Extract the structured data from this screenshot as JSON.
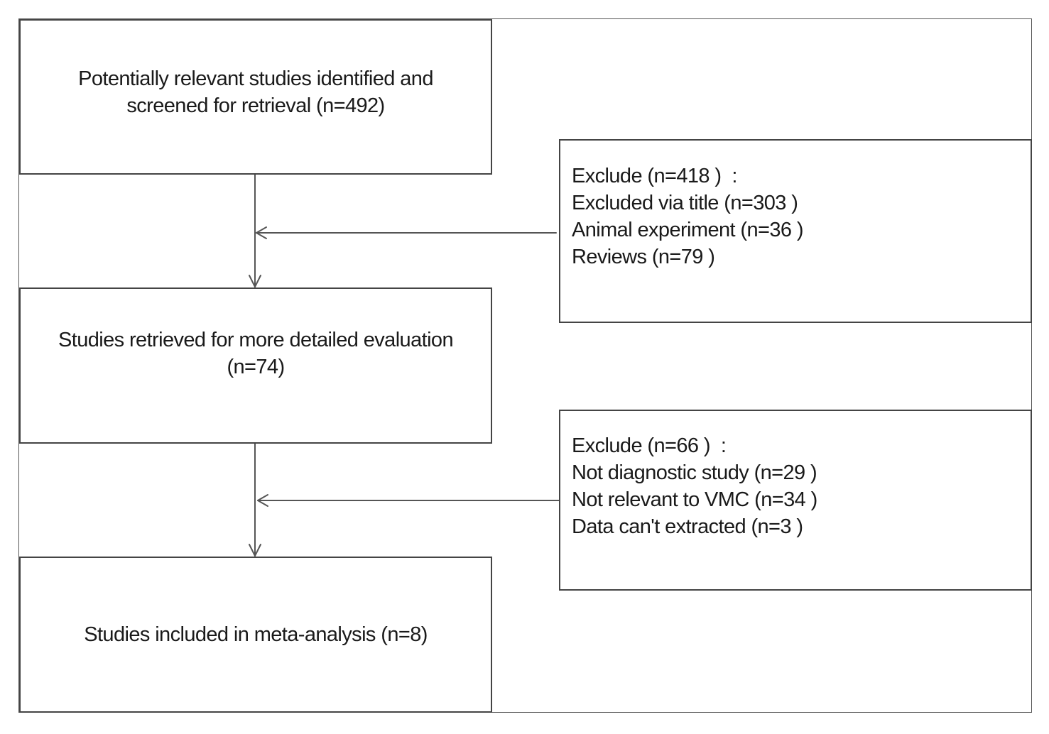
{
  "steps": [
    {
      "lines": [
        "Potentially relevant studies identified and",
        "screened for retrieval (n=492)"
      ]
    },
    {
      "lines": [
        "Studies retrieved for more detailed evaluation",
        "(n=74)"
      ]
    },
    {
      "lines": [
        "Studies included in meta-analysis (n=8)"
      ]
    }
  ],
  "exclusions": [
    {
      "lines": [
        "Exclude (n=418 )  :",
        "Excluded via title (n=303 )",
        "Animal experiment (n=36 )",
        "Reviews (n=79 )"
      ]
    },
    {
      "lines": [
        "Exclude (n=66 )  :",
        "Not diagnostic study (n=29 )",
        "Not relevant to VMC (n=34 )",
        "Data can't extracted (n=3 )"
      ]
    }
  ],
  "colors": {
    "border": "#444444",
    "arrow": "#555555",
    "text": "#1a1a1a"
  }
}
